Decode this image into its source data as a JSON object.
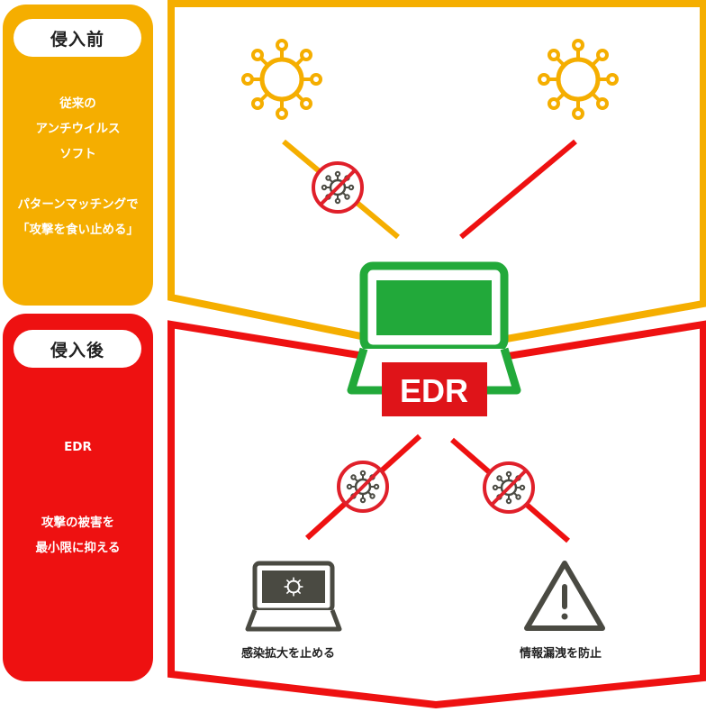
{
  "before": {
    "label": "侵入前",
    "lines": [
      "従来の",
      "アンチウイルス",
      "ソフト",
      "",
      "パターンマッチングで",
      "「攻撃を食い止める」"
    ]
  },
  "after": {
    "label": "侵入後",
    "lines": [
      "EDR",
      "",
      "",
      "攻撃の被害を",
      "最小限に抑える"
    ]
  },
  "edr_label": "EDR",
  "captions": {
    "infection": "感染拡大を止める",
    "leak": "情報漏洩を防止"
  },
  "colors": {
    "orange": "#F5AE00",
    "red": "#EE1111",
    "green": "#22A93A",
    "dark": "#4A4A42"
  },
  "icons": [
    "virus-icon",
    "blocked-virus-icon",
    "laptop-icon",
    "warning-icon"
  ]
}
